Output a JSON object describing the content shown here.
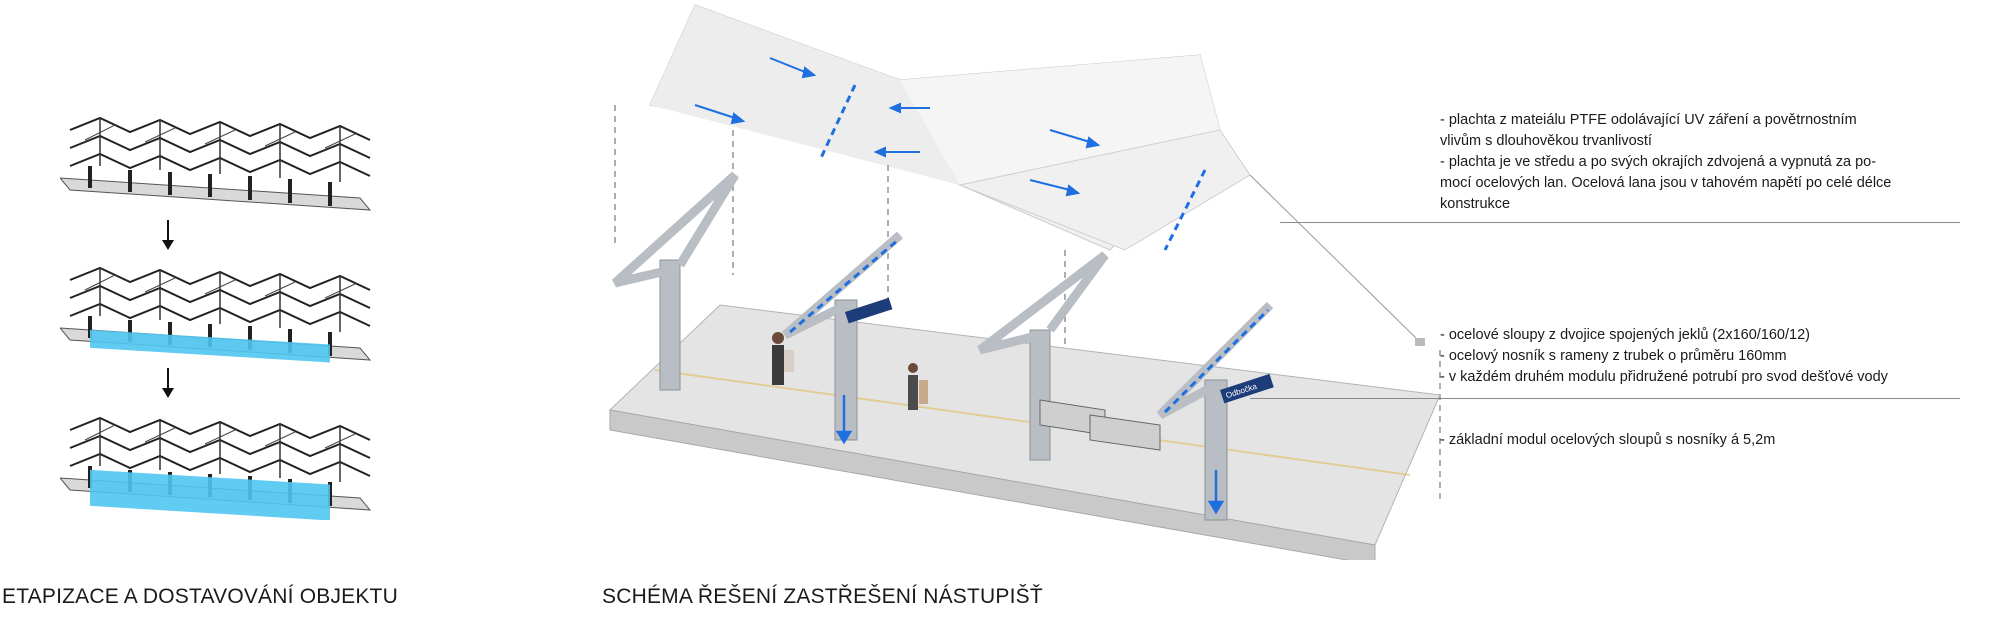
{
  "left_panel": {
    "caption": "ETAPIZACE A DOSTAVOVÁNÍ OBJEKTU",
    "stages": [
      {
        "name": "canopy-only",
        "glazing": false
      },
      {
        "name": "partial-glazing",
        "glazing": true
      },
      {
        "name": "full-glazing",
        "glazing": true
      }
    ]
  },
  "right_panel": {
    "caption": "SCHÉMA ŘEŠENÍ ZASTŘEŠENÍ NÁSTUPIŠŤ",
    "sign_text": "Odbočka"
  },
  "annotations": {
    "membrane": [
      "- plachta z mateiálu PTFE odolávající UV záření a povětrnostním",
      "vlivům s dlouhověkou trvanlivostí",
      "- plachta je ve středu a po svých okrajích zdvojená a vypnutá za po-",
      "mocí ocelových lan. Ocelová lana jsou v tahovém napětí po celé délce",
      "konstrukce"
    ],
    "structure": [
      "- ocelové sloupy z dvojice spojených jeklů (2x160/160/12)",
      "- ocelový nosník s rameny z trubek o průměru 160mm",
      "- v každém druhém modulu přidružené potrubí pro svod dešťové vody"
    ],
    "module": [
      "- základní modul ocelových sloupů s nosníky  á 5,2m"
    ]
  },
  "colors": {
    "accent_blue": "#1f6fe0",
    "glazing_blue": "#4fc6f0",
    "steel": "#b9bec4",
    "platform": "#e4e4e4",
    "membrane": "#f1f1f1"
  }
}
